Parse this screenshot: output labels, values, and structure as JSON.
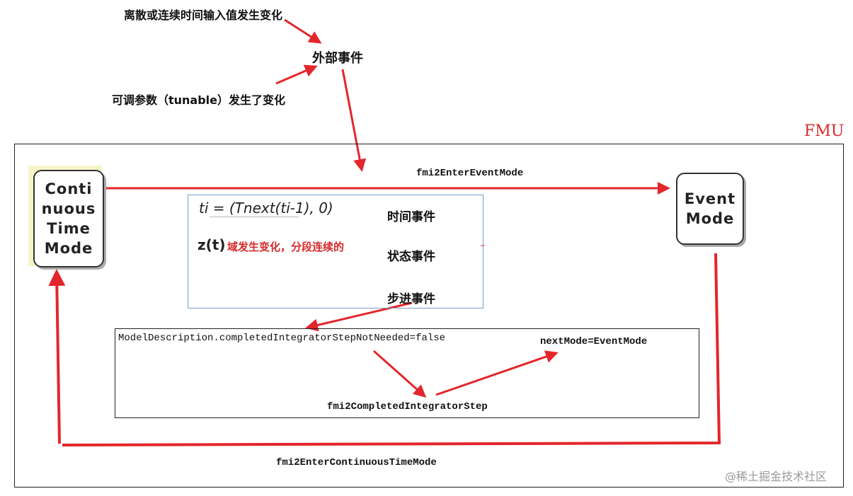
{
  "top_labels": {
    "discrete_change": "离散或连续时间输入值发生变化",
    "external_event": "外部事件",
    "tunable_change": "可调参数（tunable）发生了变化"
  },
  "fmu_label": "FMU",
  "modes": {
    "continuous": "Conti\nnuous\nTime\nMode",
    "event": "Event\nMode"
  },
  "arrows": {
    "enter_event_mode": "fmi2EnterEventMode",
    "enter_continuous_time_mode": "fmi2EnterContinuousTimeMode"
  },
  "events_box": {
    "formula_t": "ti = (Tnext(ti-1), 0)",
    "formula_z": "z(t)",
    "z_note": "域发生变化，分段连续的",
    "time_event": "时间事件",
    "state_event": "状态事件",
    "step_event": "步进事件"
  },
  "integrator_box": {
    "model_description": "ModelDescription.completedIntegratorStepNotNeeded=false",
    "next_mode": "nextMode=EventMode",
    "completed_step": "fmi2CompletedIntegratorStep"
  },
  "watermark": "@稀土掘金技术社区",
  "colors": {
    "arrow": "#e3262b",
    "fmu": "#d62a2a"
  }
}
